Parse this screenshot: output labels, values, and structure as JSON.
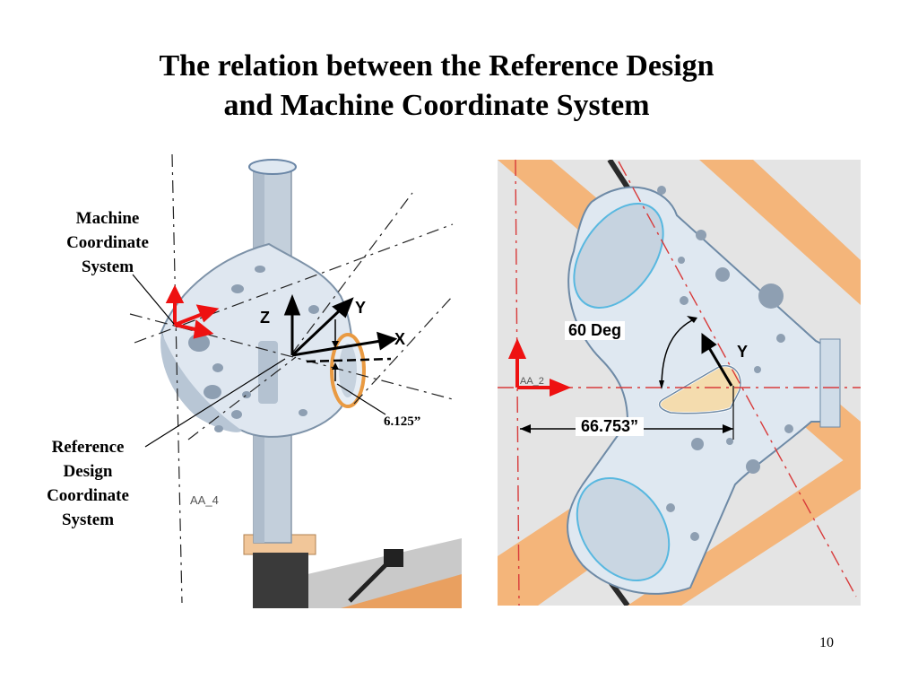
{
  "slide": {
    "title_line1": "The relation between the Reference Design",
    "title_line2": "and Machine Coordinate System",
    "page_number": "10"
  },
  "left_figure": {
    "machine_callout": "Machine\nCoordinate\nSystem",
    "reference_callout": "Reference\nDesign\nCoordinate\nSystem",
    "axis_z": "Z",
    "axis_y": "Y",
    "axis_x": "X",
    "dimension": "6.125”",
    "tag": "AA_4"
  },
  "right_figure": {
    "angle_label": "60 Deg",
    "axis_y": "Y",
    "dimension": "66.753”",
    "tag": "AA_2"
  },
  "colors": {
    "part_body": "#dde6f0",
    "part_shadow": "#a9b8c8",
    "accent_orange": "#f4b57a",
    "machine_axis_red": "#ee1111",
    "centerline_red": "#d83a3a"
  }
}
